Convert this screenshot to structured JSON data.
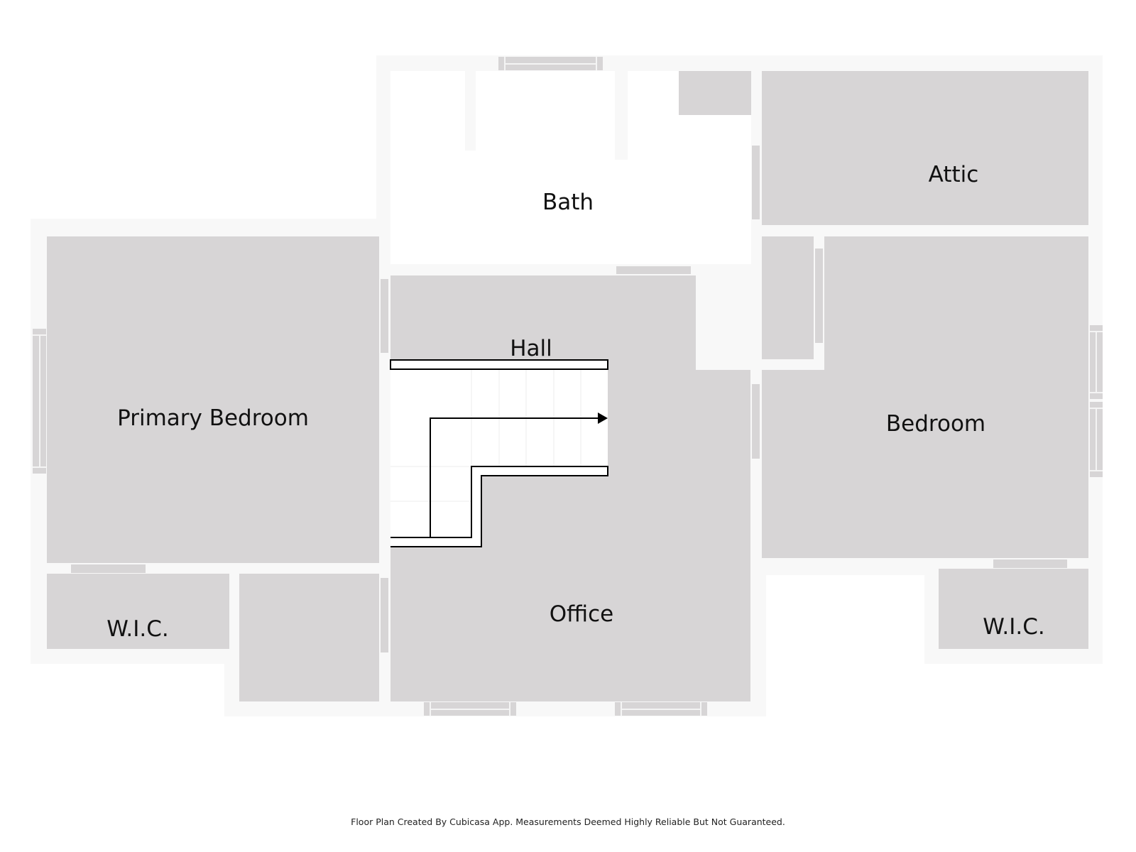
{
  "plan": {
    "colors": {
      "background": "#ffffff",
      "wall": "#f8f8f8",
      "room_fill": "#d7d5d6",
      "label": "#111111",
      "stair_line": "#000000"
    },
    "rooms": {
      "bath": {
        "label": "Bath"
      },
      "attic": {
        "label": "Attic"
      },
      "primary_bedroom": {
        "label": "Primary Bedroom"
      },
      "hall": {
        "label": "Hall"
      },
      "bedroom": {
        "label": "Bedroom"
      },
      "office": {
        "label": "Office"
      },
      "wic_left": {
        "label": "W.I.C."
      },
      "wic_right": {
        "label": "W.I.C."
      }
    },
    "stairs": {
      "direction": "up",
      "icon": "arrow-right-icon"
    }
  },
  "footer": {
    "disclaimer": "Floor Plan Created By Cubicasa App. Measurements Deemed Highly Reliable But Not Guaranteed."
  }
}
